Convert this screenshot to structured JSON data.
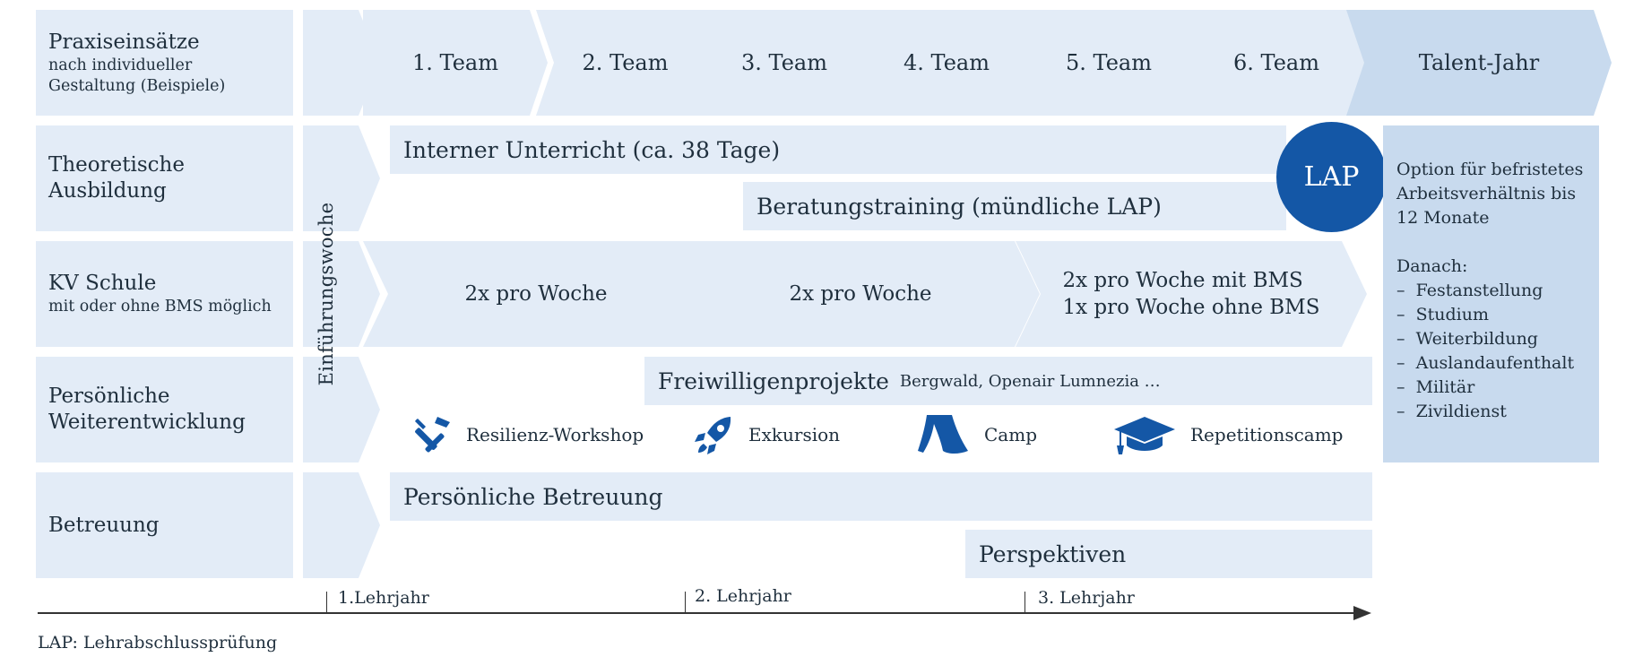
{
  "rows": {
    "praxis": {
      "title": "Praxiseinsätze",
      "subtitle": "nach individueller Gestaltung (Beispiele)"
    },
    "theorie": {
      "title": "Theoretische Ausbildung"
    },
    "kv": {
      "title": "KV Schule",
      "subtitle": "mit oder ohne BMS möglich"
    },
    "persoenlich": {
      "title": "Persönliche Weiterentwicklung"
    },
    "betreuung": {
      "title": "Betreuung"
    }
  },
  "einfuehrung": "Einführungswoche",
  "teams": [
    "1. Team",
    "2. Team",
    "3. Team",
    "4. Team",
    "5. Team",
    "6. Team"
  ],
  "talent": "Talent-Jahr",
  "theorie_bars": {
    "intern": "Interner Unterricht (ca. 38 Tage)",
    "beratung": "Beratungstraining (mündliche LAP)"
  },
  "lap_badge": "LAP",
  "kv_blocks": [
    {
      "lines": [
        "2x pro Woche"
      ]
    },
    {
      "lines": [
        "2x pro Woche"
      ]
    },
    {
      "lines": [
        "2x pro Woche mit BMS",
        "1x pro Woche ohne BMS"
      ]
    }
  ],
  "freiwillig": {
    "title": "Freiwilligenprojekte",
    "detail": "Bergwald, Openair Lumnezia …"
  },
  "activities": [
    {
      "label": "Resilienz-Workshop",
      "icon": "tools-icon"
    },
    {
      "label": "Exkursion",
      "icon": "rocket-icon"
    },
    {
      "label": "Camp",
      "icon": "tent-icon"
    },
    {
      "label": "Repetitionscamp",
      "icon": "graduation-cap-icon"
    }
  ],
  "betreuung_bars": {
    "persoenlich": "Persönliche Betreuung",
    "perspektiven": "Perspektiven"
  },
  "talent_panel": {
    "intro": [
      "Option für befristetes",
      "Arbeitsverhältnis bis",
      "12 Monate"
    ],
    "after_label": "Danach:",
    "options": [
      "Festanstellung",
      "Studium",
      "Weiterbildung",
      "Auslandaufenthalt",
      "Militär",
      "Zivildienst"
    ],
    "bullet": "–"
  },
  "timeline": [
    "1.Lehrjahr",
    "2. Lehrjahr",
    "3. Lehrjahr"
  ],
  "footnote": {
    "abbr": "LAP:",
    "text": "Lehrabschlussprüfung"
  },
  "colors": {
    "light": "#e3ecf7",
    "talent": "#c8daee",
    "badge": "#1457a6",
    "text": "#1f2f3d",
    "icon": "#1457a6"
  }
}
